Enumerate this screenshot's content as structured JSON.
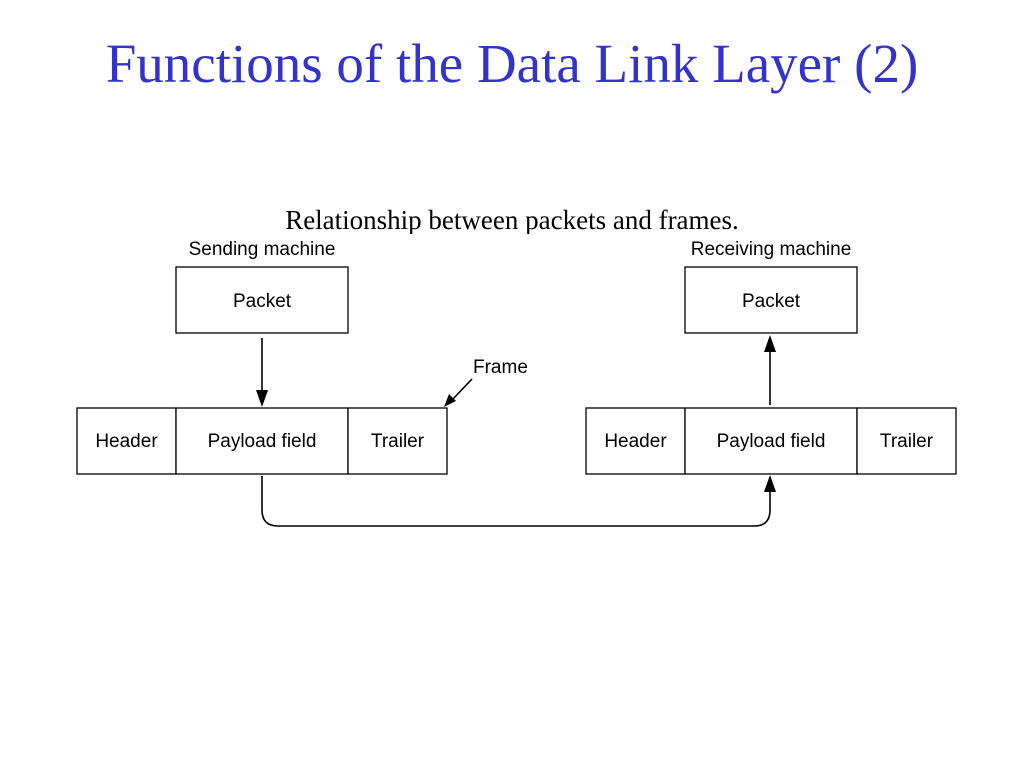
{
  "title": "Functions of the Data Link Layer (2)",
  "caption": "Relationship between packets and frames.",
  "title_color": "#3333cc",
  "diagram": {
    "sending": {
      "machine_label": "Sending machine",
      "packet_label": "Packet",
      "frame": {
        "header": "Header",
        "payload": "Payload field",
        "trailer": "Trailer"
      }
    },
    "frame_callout": "Frame",
    "receiving": {
      "machine_label": "Receiving machine",
      "packet_label": "Packet",
      "frame": {
        "header": "Header",
        "payload": "Payload field",
        "trailer": "Trailer"
      }
    }
  }
}
